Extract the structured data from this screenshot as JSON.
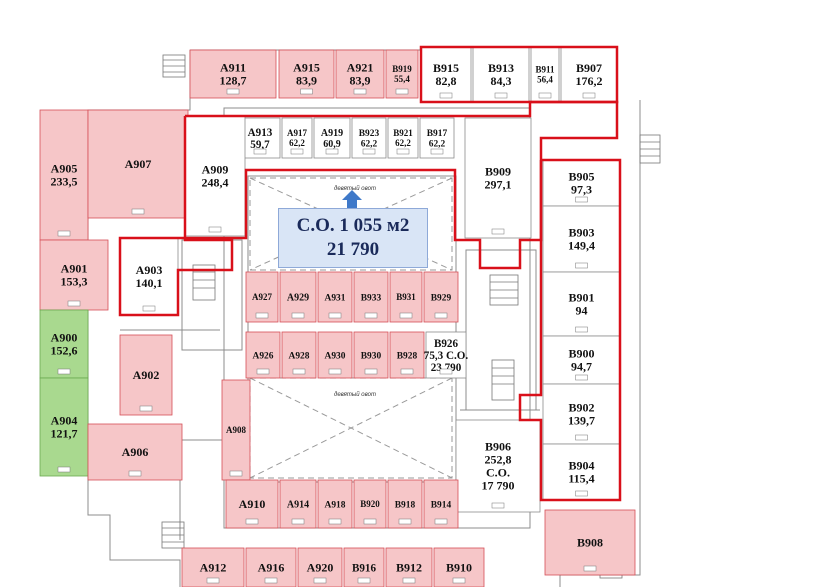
{
  "colors": {
    "red_fill": "#f6c6c8",
    "red_stroke": "#d64f57",
    "green_fill": "#a9d98f",
    "green_stroke": "#6aa84f",
    "outline_red": "#d9101a",
    "arrow_blue": "#3f79c9",
    "centre_fill": "#d9e5f6"
  },
  "centre_label": {
    "line1": "С.О. 1 055 м2",
    "line2": "21 790"
  },
  "void_labels": {
    "top": "девятый овот",
    "bottom": "девятый овот"
  },
  "rooms": [
    {
      "id": "A911",
      "area": "128,7"
    },
    {
      "id": "A915",
      "area": "83,9"
    },
    {
      "id": "A921",
      "area": "83,9"
    },
    {
      "id": "B919",
      "area": "55,4"
    },
    {
      "id": "B915",
      "area": "82,8"
    },
    {
      "id": "B913",
      "area": "84,3"
    },
    {
      "id": "B911",
      "area": "56,4"
    },
    {
      "id": "B907",
      "area": "176,2"
    },
    {
      "id": "A905",
      "area": "233,5"
    },
    {
      "id": "A907",
      "area": ""
    },
    {
      "id": "A913",
      "area": "59,7"
    },
    {
      "id": "A917",
      "area": "62,2"
    },
    {
      "id": "A919",
      "area": "60,9"
    },
    {
      "id": "B923",
      "area": "62,2"
    },
    {
      "id": "B921",
      "area": "62,2"
    },
    {
      "id": "B917",
      "area": "62,2"
    },
    {
      "id": "B909",
      "area": "297,1"
    },
    {
      "id": "A909",
      "area": "248,4"
    },
    {
      "id": "B905",
      "area": "97,3"
    },
    {
      "id": "A901",
      "area": "153,3"
    },
    {
      "id": "A903",
      "area": "140,1"
    },
    {
      "id": "B903",
      "area": "149,4"
    },
    {
      "id": "A927",
      "area": ""
    },
    {
      "id": "A929",
      "area": ""
    },
    {
      "id": "A931",
      "area": ""
    },
    {
      "id": "B933",
      "area": ""
    },
    {
      "id": "B931",
      "area": ""
    },
    {
      "id": "B929",
      "area": ""
    },
    {
      "id": "B901",
      "area": "94"
    },
    {
      "id": "A900",
      "area": "152,6"
    },
    {
      "id": "A902",
      "area": ""
    },
    {
      "id": "A926",
      "area": ""
    },
    {
      "id": "A928",
      "area": ""
    },
    {
      "id": "A930",
      "area": ""
    },
    {
      "id": "B930",
      "area": ""
    },
    {
      "id": "B928",
      "area": ""
    },
    {
      "id": "B926",
      "area": "75,3 С.О.",
      "extra": "23 790"
    },
    {
      "id": "B900",
      "area": "94,7"
    },
    {
      "id": "A908",
      "area": ""
    },
    {
      "id": "B902",
      "area": "139,7"
    },
    {
      "id": "A904",
      "area": "121,7"
    },
    {
      "id": "A906",
      "area": ""
    },
    {
      "id": "B906",
      "area": "252,8",
      "extra": "С.О.",
      "extra2": "17 790"
    },
    {
      "id": "B904",
      "area": "115,4"
    },
    {
      "id": "A910",
      "area": ""
    },
    {
      "id": "A914",
      "area": ""
    },
    {
      "id": "A918",
      "area": ""
    },
    {
      "id": "B920",
      "area": ""
    },
    {
      "id": "B918",
      "area": ""
    },
    {
      "id": "B914",
      "area": ""
    },
    {
      "id": "B908",
      "area": ""
    },
    {
      "id": "A912",
      "area": ""
    },
    {
      "id": "A916",
      "area": ""
    },
    {
      "id": "A920",
      "area": ""
    },
    {
      "id": "B916",
      "area": ""
    },
    {
      "id": "B912",
      "area": ""
    },
    {
      "id": "B910",
      "area": ""
    }
  ]
}
